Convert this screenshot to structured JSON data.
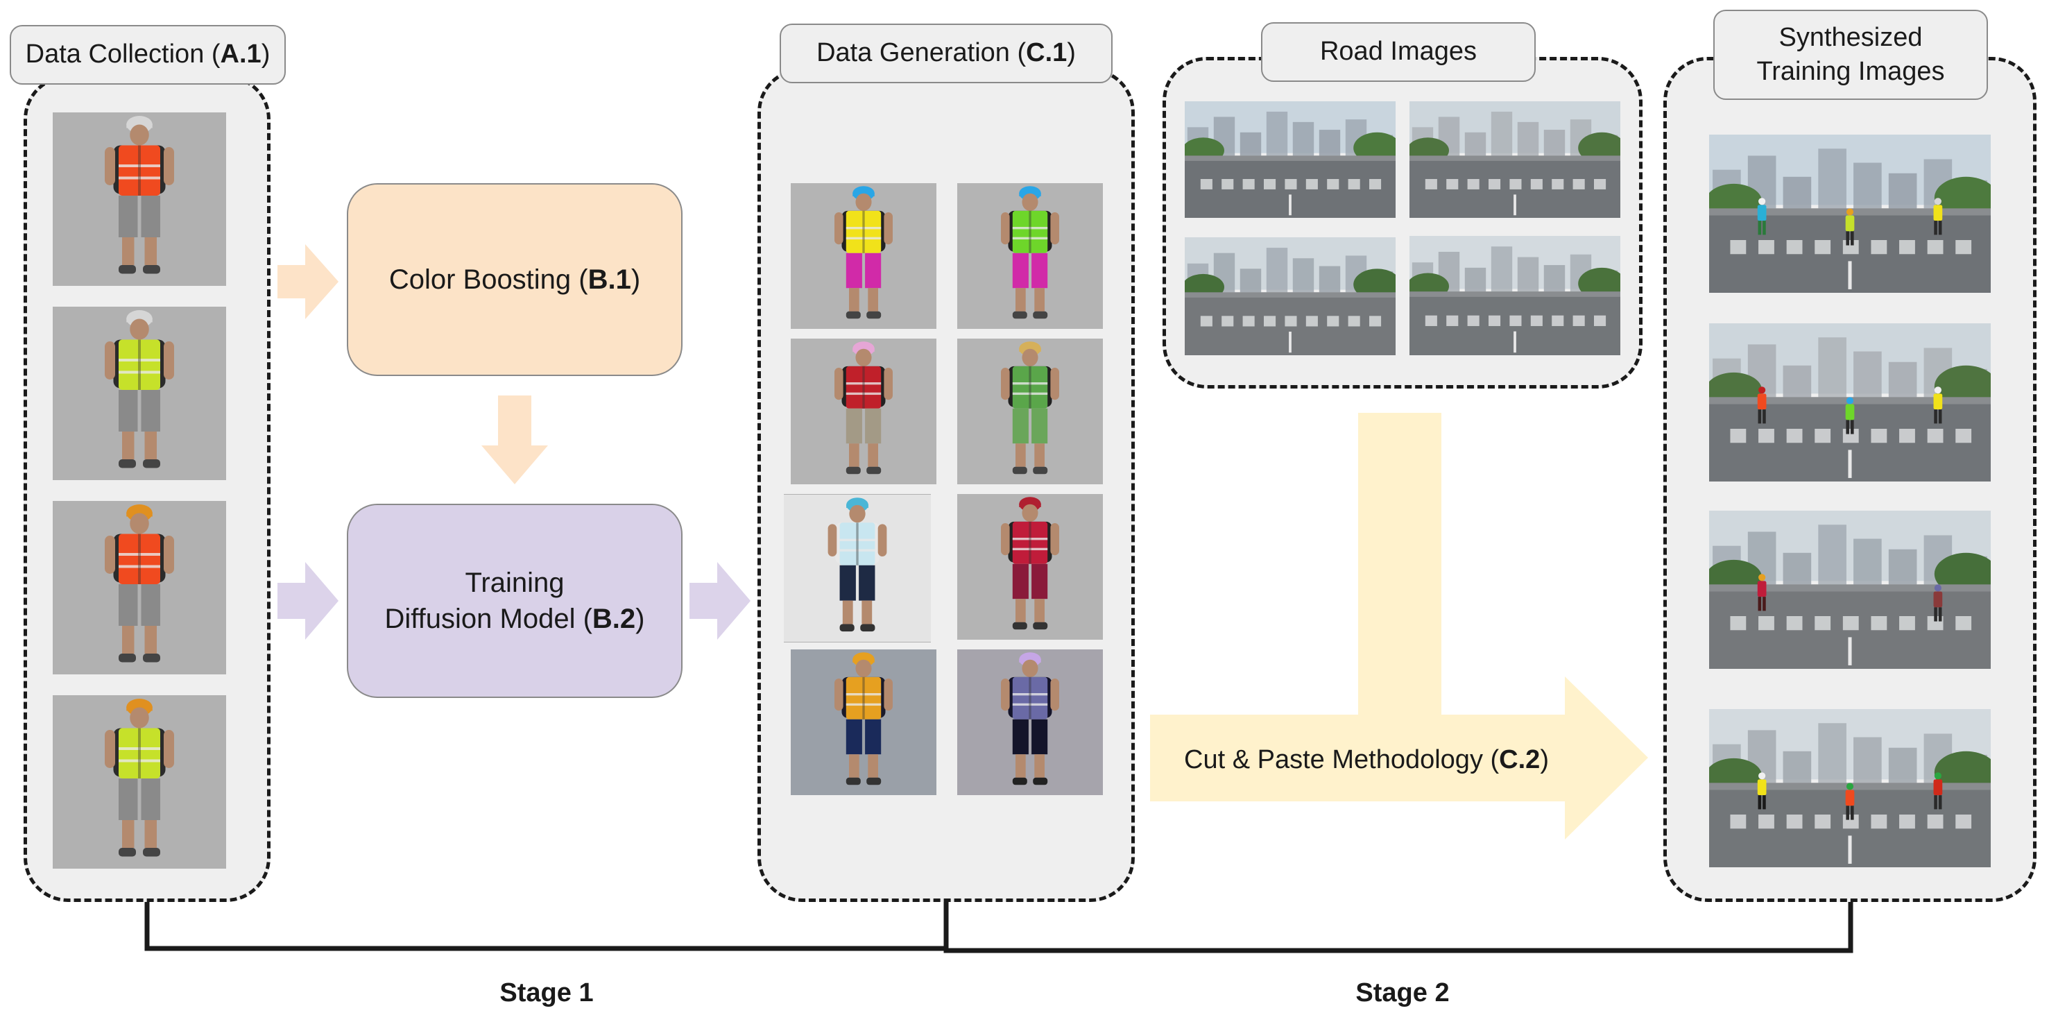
{
  "labels": {
    "data_collection": {
      "text": "Data Collection ",
      "code": "A.1"
    },
    "color_boosting": {
      "text": "Color Boosting (",
      "code": "B.1",
      "suffix": ")"
    },
    "training_line1": "Training",
    "training_line2": {
      "text": "Diffusion Model (",
      "code": "B.2",
      "suffix": ")"
    },
    "data_generation": {
      "text": "Data Generation (",
      "code": "C.1",
      "suffix": ")"
    },
    "road_images": "Road Images",
    "synthesized_line1": "Synthesized",
    "synthesized_line2": "Training Images",
    "cut_paste": {
      "text": "Cut & Paste Methodology ",
      "code": "C.2"
    },
    "stage1": "Stage 1",
    "stage2": "Stage 2"
  },
  "colors": {
    "color_boosting_fill": "#fce3c7",
    "diffusion_fill": "#d9d1e8",
    "orange_arrow": "#fde3c8",
    "purple_arrow": "#dcd3ea",
    "yellow_arrow": "#fff2cc"
  },
  "collection_workers": [
    {
      "helmet": "#d6d6d6",
      "vest": "#f04a1f",
      "shirt": "#2b2b2b",
      "pants": "#8a8a8a",
      "shoes": "#444444"
    },
    {
      "helmet": "#d6d6d6",
      "vest": "#c6e12a",
      "shirt": "#2b2b2b",
      "pants": "#8a8a8a",
      "shoes": "#444444"
    },
    {
      "helmet": "#e09020",
      "vest": "#f04a1f",
      "shirt": "#2b2b2b",
      "pants": "#8a8a8a",
      "shoes": "#444444"
    },
    {
      "helmet": "#e09020",
      "vest": "#c6e12a",
      "shirt": "#2b2b2b",
      "pants": "#8a8a8a",
      "shoes": "#444444"
    }
  ],
  "generated_workers": [
    {
      "helmet": "#2aa6e6",
      "vest": "#f1e21a",
      "shirt": "#222222",
      "pants": "#d12aa8",
      "shoes": "#444444",
      "bg": "#b4b4b4"
    },
    {
      "helmet": "#2aa6e6",
      "vest": "#6ed62a",
      "shirt": "#222222",
      "pants": "#d12aa8",
      "shoes": "#444444",
      "bg": "#b4b4b4"
    },
    {
      "helmet": "#e6a6d6",
      "vest": "#c0202a",
      "shirt": "#222222",
      "pants": "#a39a86",
      "shoes": "#444444",
      "bg": "#b4b4b4"
    },
    {
      "helmet": "#d6b05a",
      "vest": "#5aa64a",
      "shirt": "#222222",
      "pants": "#6aa65a",
      "shoes": "#444444",
      "bg": "#b4b4b4"
    },
    {
      "helmet": "#4ab6d6",
      "vest": "#c8e6f0",
      "shirt": "#e8e8e8",
      "pants": "#1e2a44",
      "shoes": "#333333",
      "bg": "#e4e4e4"
    },
    {
      "helmet": "#b02030",
      "vest": "#c01c3a",
      "shirt": "#222222",
      "pants": "#8a1a3a",
      "shoes": "#333333",
      "bg": "#b4b4b4"
    },
    {
      "helmet": "#e6a020",
      "vest": "#e6a020",
      "shirt": "#1a1a2a",
      "pants": "#1a2a5a",
      "shoes": "#333333",
      "bg": "#9aa0a8"
    },
    {
      "helmet": "#c6a6e6",
      "vest": "#6a6aa6",
      "shirt": "#14142a",
      "pants": "#14142a",
      "shoes": "#222222",
      "bg": "#a6a4ac"
    }
  ],
  "road_scenes": [
    {
      "sky": "#c9d5de",
      "buildings": "#9aa3ad",
      "trees": "#4d7a3e",
      "road": "#6e7276"
    },
    {
      "sky": "#cdd6dc",
      "buildings": "#a8adb3",
      "trees": "#4f7440",
      "road": "#707478"
    },
    {
      "sky": "#d0d8dd",
      "buildings": "#9ea6ae",
      "trees": "#466f3a",
      "road": "#75787b"
    },
    {
      "sky": "#d3dadf",
      "buildings": "#a3a9b0",
      "trees": "#4a723c",
      "road": "#727679"
    }
  ],
  "synth_scenes": [
    {
      "sky": "#c9d5de",
      "buildings": "#9aa3ad",
      "trees": "#4d7a3e",
      "road": "#6e7276",
      "workers": [
        {
          "vest": "#2ab0d6",
          "pants": "#2a7a3a",
          "helmet": "#f0f0f0"
        },
        {
          "vest": "#c6e12a",
          "pants": "#2a2a2a",
          "helmet": "#e6a020"
        },
        {
          "vest": "#f1e21a",
          "pants": "#2a2a2a",
          "helmet": "#d6d6d6"
        }
      ]
    },
    {
      "sky": "#cdd6dc",
      "buildings": "#a8adb3",
      "trees": "#4f7440",
      "road": "#707478",
      "workers": [
        {
          "vest": "#f04a1f",
          "pants": "#2a2a2a",
          "helmet": "#c02020"
        },
        {
          "vest": "#6ed62a",
          "pants": "#2a2a2a",
          "helmet": "#2aa6e6"
        },
        {
          "vest": "#f1e21a",
          "pants": "#2a2a2a",
          "helmet": "#f0f0f0"
        }
      ]
    },
    {
      "sky": "#d0d8dd",
      "buildings": "#9ea6ae",
      "trees": "#466f3a",
      "road": "#75787b",
      "workers": [
        {
          "vest": "#c01c3a",
          "pants": "#4a1a1a",
          "helmet": "#e6a020"
        },
        {
          "vest": "#8a3a3a",
          "pants": "#2a2a2a",
          "helmet": "#6a6aa6"
        }
      ]
    },
    {
      "sky": "#d3dadf",
      "buildings": "#a3a9b0",
      "trees": "#4a723c",
      "road": "#727679",
      "workers": [
        {
          "vest": "#f1e21a",
          "pants": "#1a1a1a",
          "helmet": "#f0f0f0"
        },
        {
          "vest": "#f04a1f",
          "pants": "#2a2a2a",
          "helmet": "#2aa640"
        },
        {
          "vest": "#d02a1a",
          "pants": "#2a2a2a",
          "helmet": "#2aa640"
        }
      ]
    }
  ]
}
